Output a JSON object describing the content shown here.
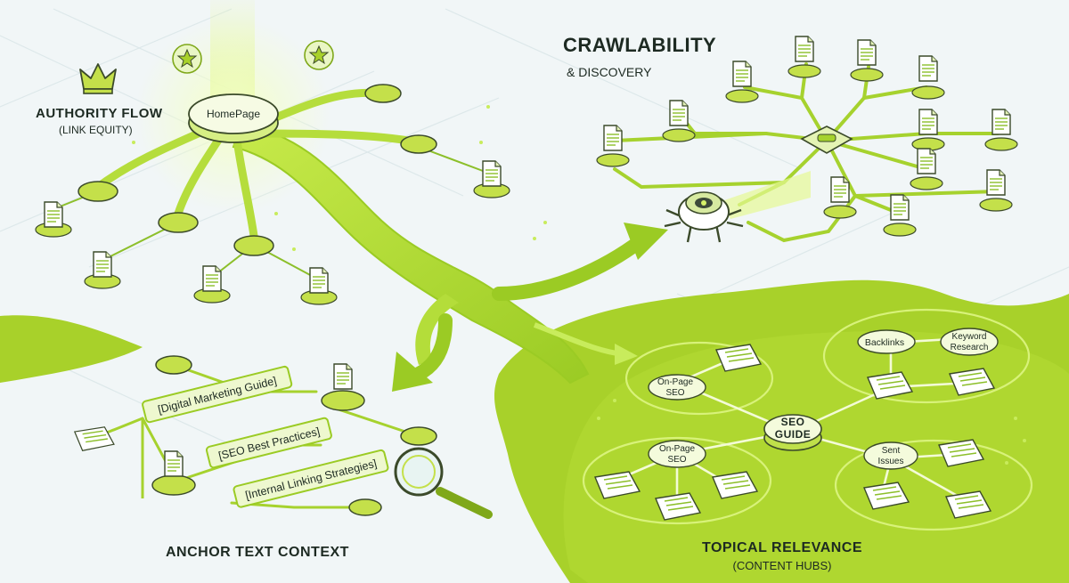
{
  "sections": {
    "authority": {
      "title": "AUTHORITY FLOW",
      "subtitle": "(LINK EQUITY)"
    },
    "crawl": {
      "title": "CRAWLABILITY",
      "subtitle": "& DISCOVERY"
    },
    "anchor": {
      "title": "ANCHOR TEXT CONTEXT"
    },
    "topical": {
      "title": "TOPICAL RELEVANCE",
      "subtitle": "(CONTENT HUBS)"
    }
  },
  "homepage": {
    "label": "HomePage"
  },
  "anchor_links": [
    {
      "text": "[Digital Marketing Guide]"
    },
    {
      "text": "[SEO Best Practices]"
    },
    {
      "text": "[Internal Linking Strategies]"
    }
  ],
  "hub": {
    "center": {
      "line1": "SEO",
      "line2": "GUIDE"
    },
    "backlinks": {
      "text": "Backlinks"
    },
    "keyword": {
      "line1": "Keyword",
      "line2": "Research"
    },
    "onpage_top": {
      "line1": "On-Page",
      "line2": "SEO"
    },
    "onpage_bottom": {
      "line1": "On-Page",
      "line2": "SEO"
    },
    "sent": {
      "line1": "Sent",
      "line2": "Issues"
    }
  },
  "colors": {
    "accent": "#a6d22e",
    "dark_green": "#7fa81a",
    "glow": "#d8f27a",
    "ink": "#1d2a22"
  },
  "icons": [
    "crown-icon",
    "star-bubble-icon",
    "document-icon",
    "crawler-bot-icon",
    "magnifier-icon",
    "arrow-icon"
  ]
}
